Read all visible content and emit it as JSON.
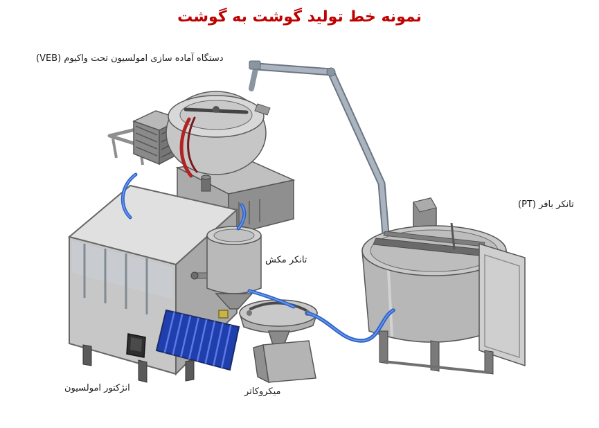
{
  "page": {
    "title": "نمونه خط تولید گوشت به گوشت",
    "title_color": "#BE0000",
    "background": "#ffffff"
  },
  "labels": {
    "veb": "دستگاه آماده سازی امولسیون تحت واکیوم (VEB)",
    "buffer_tank": "تانکر بافر (PT)",
    "suction_tank": "تانکر مکش",
    "injector": "انژکتور امولسیون",
    "microcutter": "میکروکاتر"
  },
  "colors": {
    "hose_blue": "#2b62cc",
    "conveyor_blue": "#1f3fae",
    "machine_gray": "#b5b5b5",
    "pipe_steel": "#97a3ad",
    "handle_red": "#b22222"
  }
}
